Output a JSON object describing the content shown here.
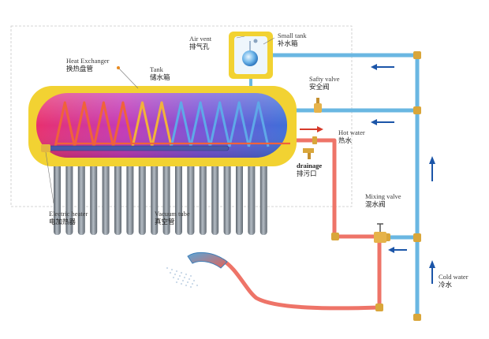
{
  "labels": {
    "air_vent": {
      "en": "Air vent",
      "zh": "排气孔"
    },
    "small_tank": {
      "en": "Small tank",
      "zh": "补水箱"
    },
    "heat_exchanger": {
      "en": "Heat Exchanger",
      "zh": "换热盘管"
    },
    "tank": {
      "en": "Tank",
      "zh": "储水箱"
    },
    "safety_valve": {
      "en": "Safty valve",
      "zh": "安全阀"
    },
    "hot_water": {
      "en": "Hot water",
      "zh": "热水"
    },
    "drainage": {
      "en": "drainage",
      "zh": "排污口"
    },
    "mixing_valve": {
      "en": "Mixing valve",
      "zh": "混水阀"
    },
    "electric_heater": {
      "en": "Electric heater",
      "zh": "电加热器"
    },
    "vacuum_tube": {
      "en": "Vacuum tube",
      "zh": "真空管"
    },
    "cold_water": {
      "en": "Cold water",
      "zh": "冷水"
    }
  },
  "colors": {
    "tank_frame": "#f2d232",
    "pipe_blue": "#6ab7e2",
    "pipe_red": "#ee7468",
    "fitting_gold": "#d9a63a",
    "arrow_blue": "#1b55a8",
    "arrow_red": "#d63a2a",
    "tube_gray": "#7e8790",
    "coil_hot": "#f0623a",
    "coil_cold": "#5fa8e8"
  },
  "structure": {
    "vacuum_tube_count": 18,
    "coil_turns": 11
  }
}
